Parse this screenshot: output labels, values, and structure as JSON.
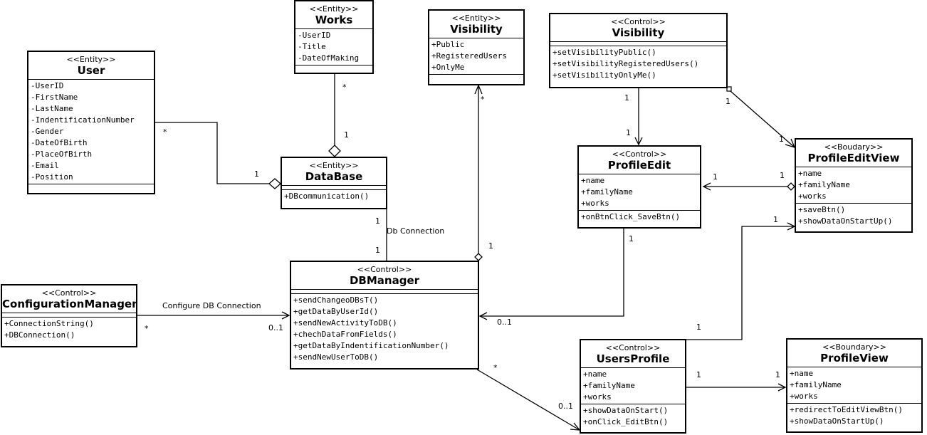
{
  "classes": {
    "works": {
      "stereotype": "<<Entity>>",
      "name": "Works",
      "attributes": [
        "-UserID",
        "-Title",
        "-DateOfMaking"
      ],
      "operations": []
    },
    "visibility_entity": {
      "stereotype": "<<Entity>>",
      "name": "Visibility",
      "attributes": [
        "+Public",
        "+RegisteredUsers",
        "+OnlyMe"
      ],
      "operations": []
    },
    "visibility_control": {
      "stereotype": "<<Control>>",
      "name": "Visibility",
      "attributes": [],
      "operations": [
        "+setVisibilityPublic()",
        "+setVisibilityRegisteredUsers()",
        "+setVisibilityOnlyMe()"
      ]
    },
    "user": {
      "stereotype": "<<Entity>>",
      "name": "User",
      "attributes": [
        "-UserID",
        "-FirstName",
        "-LastName",
        "-IndentificationNumber",
        "-Gender",
        "-DateOfBirth",
        "-PlaceOfBirth",
        "-Email",
        "-Position"
      ],
      "operations": []
    },
    "database": {
      "stereotype": "<<Entity>>",
      "name": "DataBase",
      "attributes": [],
      "operations": [
        "+DBcommunication()"
      ]
    },
    "profile_edit": {
      "stereotype": "<<Control>>",
      "name": "ProfileEdit",
      "attributes": [
        "+name",
        "+familyName",
        "+works"
      ],
      "operations": [
        "+onBtnClick_SaveBtn()"
      ]
    },
    "profile_edit_view": {
      "stereotype": "<<Boudary>>",
      "name": "ProfileEditView",
      "attributes": [
        "+name",
        "+familyName",
        "+works"
      ],
      "operations": [
        "+saveBtn()",
        "+showDataOnStartUp()"
      ]
    },
    "configuration_manager": {
      "stereotype": "<<Control>>",
      "name": "ConfigurationManager",
      "attributes": [],
      "operations": [
        "+ConnectionString()",
        "+DBConnection()"
      ]
    },
    "db_manager": {
      "stereotype": "<<Control>>",
      "name": "DBManager",
      "attributes": [],
      "operations": [
        "+sendChangeoDBsT()",
        "+getDataByUserId()",
        "+sendNewActivityToDB()",
        "+chechDataFromFields()",
        "+getDataByIndentificationNumber()",
        "+sendNewUserToDB()"
      ]
    },
    "users_profile": {
      "stereotype": "<<Control>>",
      "name": "UsersProfile",
      "attributes": [
        "+name",
        "+familyName",
        "+works"
      ],
      "operations": [
        "+showDataOnStart()",
        "+onClick_EditBtn()"
      ]
    },
    "profile_view": {
      "stereotype": "<<Boundary>>",
      "name": "ProfileView",
      "attributes": [
        "+name",
        "+familyName",
        "+works"
      ],
      "operations": [
        "+redirectToEditViewBtn()",
        "+showDataOnStartUp()"
      ]
    }
  },
  "connectors": {
    "works_db": {
      "source": "*",
      "target": "1"
    },
    "user_db": {
      "source": "*",
      "target": "1"
    },
    "db_dbmanager": {
      "source": "1",
      "target": "1",
      "label": "Db Connection"
    },
    "dbmanager_visibility": {
      "source": "1",
      "target": "*"
    },
    "visctl_profileedit": {
      "source": "1",
      "target": "1"
    },
    "visctl_profileeditview": {
      "source": "1",
      "target": "1"
    },
    "profileeditview_profileedit": {
      "source": "1",
      "target": "1"
    },
    "profileedit_dbmanager": {
      "source": "1",
      "target": "0..1"
    },
    "config_dbmanager": {
      "source": "*",
      "target": "0..1",
      "label": "Configure DB Connection"
    },
    "usersprofile_profileeditview": {
      "source": "1",
      "target": "1"
    },
    "dbmanager_usersprofile": {
      "source": "*",
      "target": "0..1"
    },
    "usersprofile_profileview": {
      "source": "1",
      "target": "1"
    }
  }
}
